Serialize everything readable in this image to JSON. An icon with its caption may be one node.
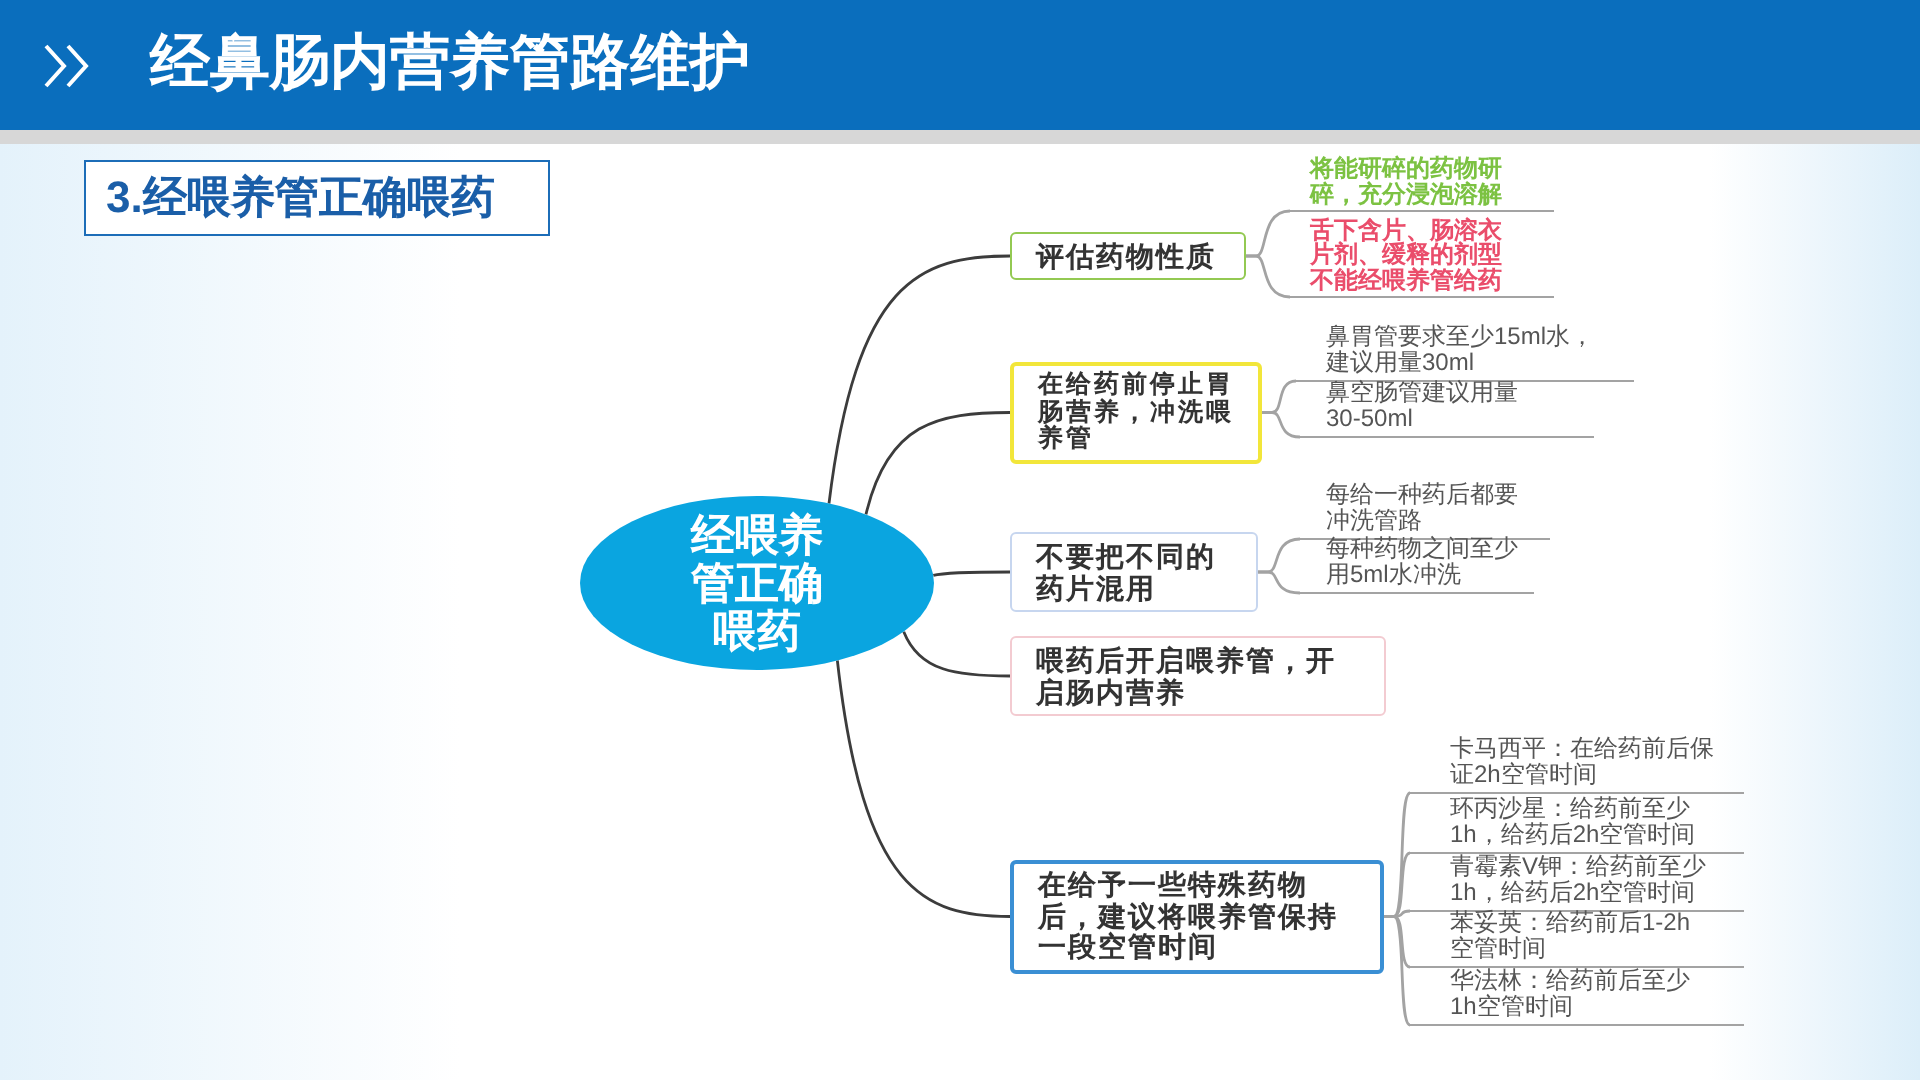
{
  "diagram": {
    "title": "经鼻肠内营养管路维护",
    "nodes": [
      {
        "text": [
          "3.经喂养管正确喂药"
        ]
      },
      {
        "text": [
          "经喂养管正确喂药"
        ]
      },
      {
        "text": [
          "评估药物性质"
        ]
      },
      {
        "text": [
          "将能研碎的药物研碎，充分浸泡溶解"
        ]
      },
      {
        "text": [
          "舌下含片、肠溶衣片剂、缓释的剂型不能经喂养管给药"
        ]
      },
      {
        "text": [
          "在给药前停止胃肠营养，冲洗喂养管"
        ]
      },
      {
        "text": [
          "鼻胃管要求至少15ml水，建议用量30ml"
        ]
      },
      {
        "text": [
          "鼻空肠管建议用量30-50ml"
        ]
      },
      {
        "text": [
          "不要把不同的药片混用"
        ]
      },
      {
        "text": [
          "每给一种药后都要冲洗管路"
        ]
      },
      {
        "text": [
          "每种药物之间至少用5ml水冲洗"
        ]
      },
      {
        "text": [
          "喂药后开启喂养管，开启肠内营养"
        ]
      },
      {
        "text": [
          "在给予一些特殊药物后，建议将喂养管保持一段空管时间"
        ]
      },
      {
        "text": [
          "卡马西平：在给药前后保证2h空管时间"
        ]
      },
      {
        "text": [
          "环丙沙星：给药前至少1h，给药后2h空管时间"
        ]
      },
      {
        "text": [
          "青霉素V钾：给药前至少1h，给药后2h空管时间"
        ]
      },
      {
        "text": [
          "苯妥英：给药前后1-2h空管时间"
        ]
      },
      {
        "text": [
          "华法林：给药前后至少1h空管时间"
        ]
      }
    ],
    "edges": [
      {
        "from": 1,
        "to": 2,
        "arrow": "none",
        "color": "#3c3c3c"
      },
      {
        "from": 2,
        "to": 3,
        "arrow": "none"
      },
      {
        "from": 2,
        "to": 4,
        "arrow": "none"
      },
      {
        "from": 1,
        "to": 5,
        "arrow": "none",
        "color": "#3c3c3c"
      },
      {
        "from": 5,
        "to": 6,
        "arrow": "none"
      },
      {
        "from": 5,
        "to": 7,
        "arrow": "none"
      },
      {
        "from": 1,
        "to": 8,
        "arrow": "none",
        "color": "#3c3c3c"
      },
      {
        "from": 8,
        "to": 9,
        "arrow": "none"
      },
      {
        "from": 8,
        "to": 10,
        "arrow": "none"
      },
      {
        "from": 1,
        "to": 11,
        "arrow": "none",
        "color": "#3c3c3c"
      },
      {
        "from": 1,
        "to": 12,
        "arrow": "none",
        "color": "#3c3c3c"
      },
      {
        "from": 12,
        "to": 13,
        "arrow": "none"
      },
      {
        "from": 12,
        "to": 14,
        "arrow": "none"
      },
      {
        "from": 12,
        "to": 15,
        "arrow": "none"
      },
      {
        "from": 12,
        "to": 16,
        "arrow": "none"
      },
      {
        "from": 12,
        "to": 17,
        "arrow": "none"
      }
    ]
  }
}
